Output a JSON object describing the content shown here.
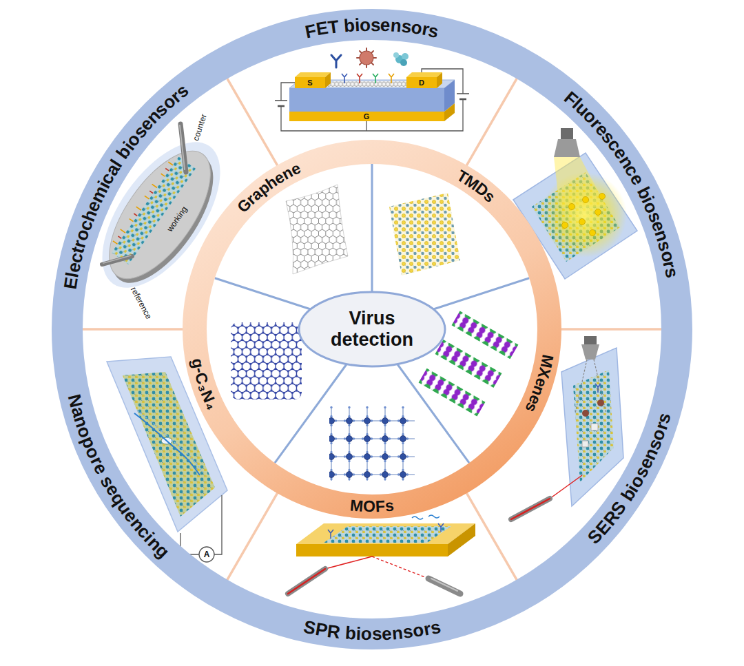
{
  "diagram": {
    "nodes": [
      {
        "text": [
          "FET biosensors",
          "Fluorescence biosensors",
          "SERS biosensors",
          "SPR biosensors",
          "Nanopore sequencing",
          "Electrochemical biosensors"
        ]
      },
      {
        "text": [
          "Graphene",
          "TMDs",
          "MXenes",
          "MOFs",
          "g-C₃N₄"
        ],
        "in": 0
      },
      {
        "text": [
          "Virus detection"
        ],
        "in": 1
      }
    ],
    "labels": [
      "S",
      "D",
      "G",
      "counter",
      "reference",
      "working",
      "A"
    ]
  }
}
